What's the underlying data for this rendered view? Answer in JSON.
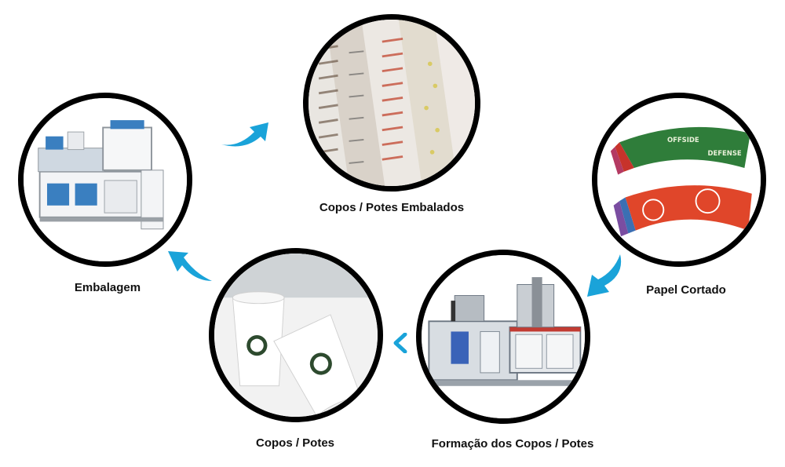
{
  "steps": {
    "packed_cups": {
      "label": "Copos / Potes Embalados",
      "icon": "stacked-cups-image"
    },
    "cut_paper": {
      "label": "Papel Cortado",
      "icon": "printed-paper-blanks-image"
    },
    "cup_forming": {
      "label": "Formação dos Copos / Potes",
      "icon": "cup-forming-machine-image"
    },
    "cups": {
      "label": "Copos / Potes",
      "icon": "paper-cups-image"
    },
    "packaging": {
      "label": "Embalagem",
      "icon": "shrink-wrap-machine-image"
    }
  },
  "colors": {
    "arrow": "#1aa3d9",
    "ring": "#000000",
    "paper_orange": "#e0462a",
    "paper_green": "#2f7d3a"
  }
}
